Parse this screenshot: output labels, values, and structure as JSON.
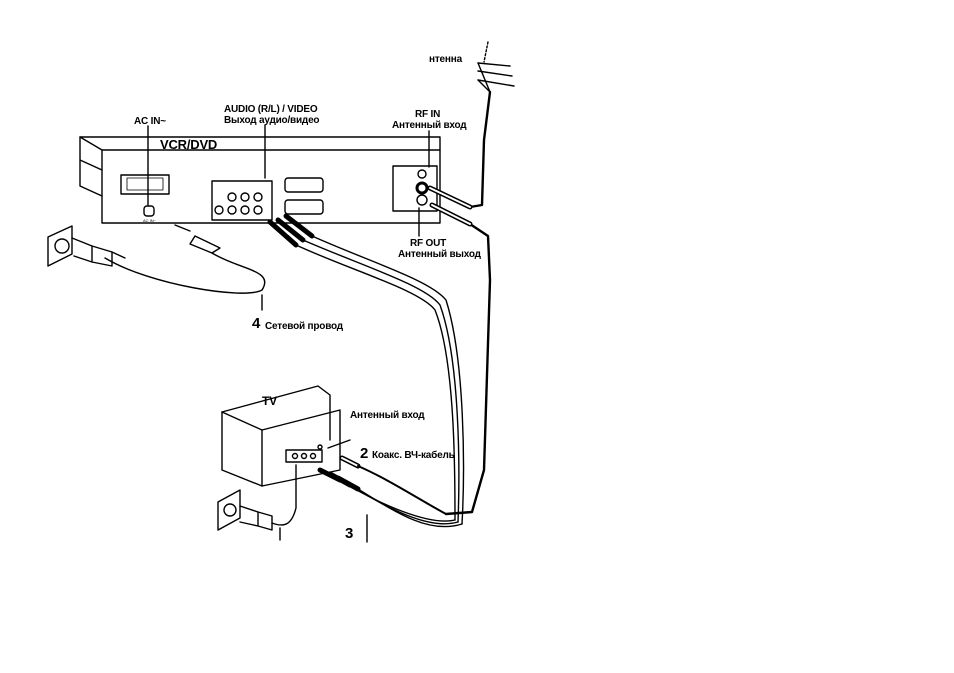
{
  "labels": {
    "antenna": "нтенна",
    "ac_in": "AC IN~",
    "audio_video_1": "AUDIO (R/L) / VIDEO",
    "audio_video_2": "Выход аудио/видео",
    "rf_in_1": "RF IN",
    "rf_in_2": "Антенный вход",
    "rf_out_1": "RF OUT",
    "rf_out_2": "Антенный выход",
    "vcr_dvd": "VCR/DVD",
    "ac_in_small": "AC IN~",
    "power_num": "4",
    "power_text": "Сетевой провод",
    "tv": "TV",
    "tv_antenna": "Антенный вход",
    "coax_num": "2",
    "coax_text": "Коакс. ВЧ-кабель",
    "av_num": "3"
  }
}
